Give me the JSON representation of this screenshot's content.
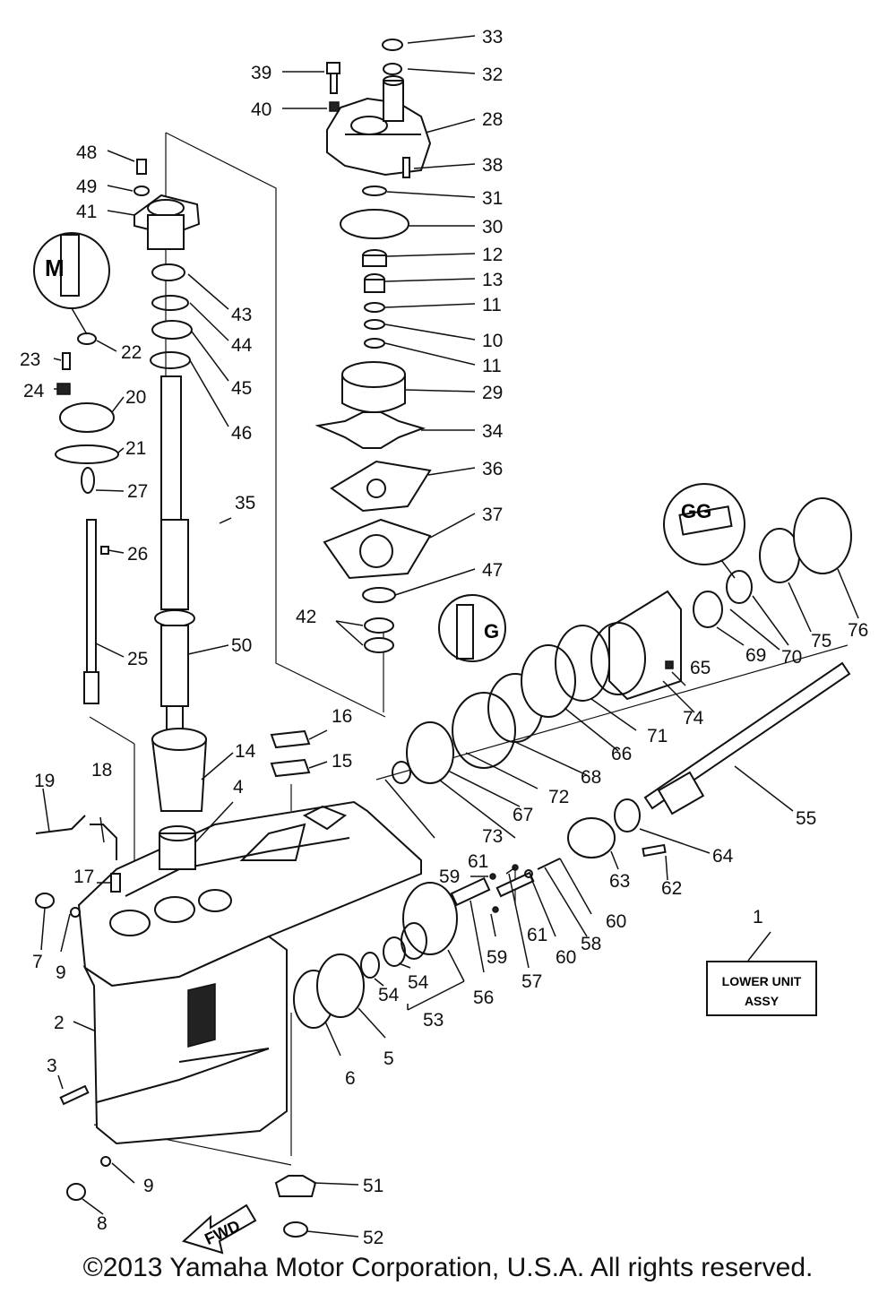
{
  "diagram": {
    "part_numbers": [
      "1",
      "2",
      "3",
      "4",
      "5",
      "6",
      "7",
      "8",
      "9",
      "9",
      "10",
      "11",
      "11",
      "12",
      "13",
      "14",
      "15",
      "16",
      "17",
      "18",
      "19",
      "20",
      "21",
      "22",
      "23",
      "24",
      "25",
      "26",
      "27",
      "28",
      "29",
      "30",
      "31",
      "32",
      "33",
      "34",
      "35",
      "36",
      "37",
      "38",
      "39",
      "40",
      "41",
      "42",
      "43",
      "44",
      "45",
      "46",
      "47",
      "48",
      "49",
      "50",
      "51",
      "52",
      "53",
      "54",
      "54",
      "55",
      "56",
      "57",
      "58",
      "59",
      "59",
      "60",
      "60",
      "61",
      "61",
      "62",
      "63",
      "64",
      "65",
      "66",
      "67",
      "68",
      "69",
      "70",
      "71",
      "72",
      "73",
      "74",
      "75",
      "76"
    ],
    "assembly_label_line1": "LOWER UNIT",
    "assembly_label_line2": "ASSY",
    "direction_label": "FWD",
    "inset_symbol_1": "M",
    "inset_symbol_2": "GG",
    "inset_symbol_3": "G"
  },
  "footer": {
    "copyright": "©2013 Yamaha Motor Corporation, U.S.A. All rights reserved."
  }
}
